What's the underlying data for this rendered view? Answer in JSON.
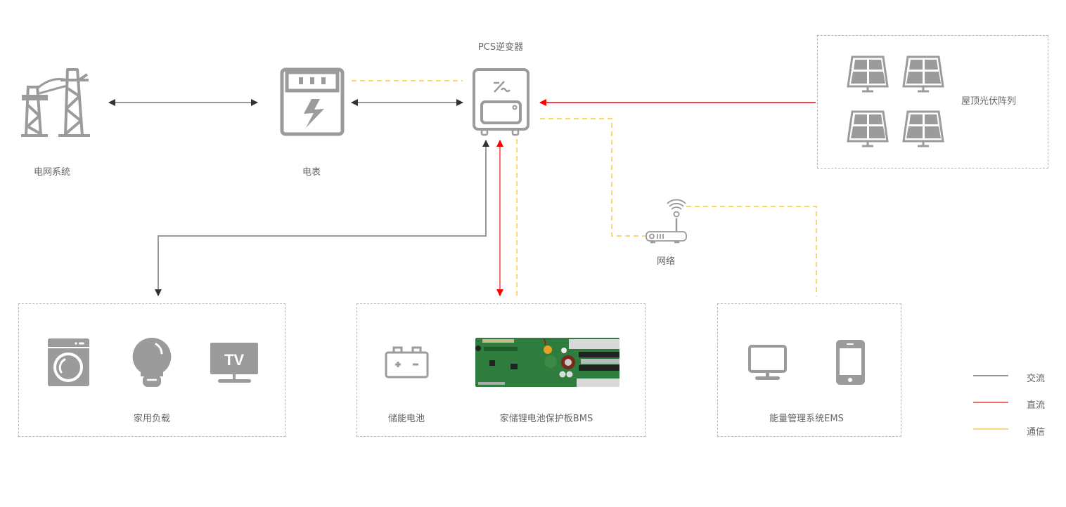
{
  "diagram": {
    "nodes": {
      "grid": {
        "label": "电网系统",
        "icon": "power-tower-icon"
      },
      "meter": {
        "label": "电表",
        "icon": "electric-meter-icon"
      },
      "pcs": {
        "label": "PCS逆变器",
        "icon": "inverter-icon"
      },
      "pv": {
        "label": "屋顶光伏阵列",
        "icon": "solar-panel-icon",
        "count": 4
      },
      "router": {
        "label": "网络",
        "icon": "wifi-router-icon"
      },
      "load": {
        "label": "家用负载",
        "icons": [
          "washing-machine-icon",
          "light-bulb-icon",
          "tv-icon"
        ],
        "tv_text": "TV"
      },
      "battery": {
        "label": "储能电池",
        "icon": "battery-icon"
      },
      "bms": {
        "label": "家储锂电池保护板BMS",
        "icon": "bms-board-image"
      },
      "ems": {
        "label": "能量管理系统EMS",
        "icons": [
          "monitor-icon",
          "smartphone-icon"
        ]
      }
    },
    "edges": [
      {
        "from": "grid",
        "to": "meter",
        "type": "ac",
        "direction": "both"
      },
      {
        "from": "meter",
        "to": "pcs",
        "type": "ac",
        "direction": "both"
      },
      {
        "from": "meter",
        "to": "pcs",
        "type": "comm",
        "direction": "none"
      },
      {
        "from": "pv",
        "to": "pcs",
        "type": "dc",
        "direction": "to"
      },
      {
        "from": "pcs",
        "to": "router",
        "type": "comm",
        "direction": "none"
      },
      {
        "from": "router",
        "to": "ems",
        "type": "comm",
        "direction": "none"
      },
      {
        "from": "pcs",
        "to": "load",
        "type": "ac",
        "direction": "both"
      },
      {
        "from": "pcs",
        "to": "battery",
        "type": "dc",
        "direction": "both"
      },
      {
        "from": "pcs",
        "to": "bms",
        "type": "comm",
        "direction": "none"
      }
    ],
    "legend": [
      {
        "key": "ac",
        "label": "交流",
        "color": "#999999"
      },
      {
        "key": "dc",
        "label": "直流",
        "color": "#f07070"
      },
      {
        "key": "comm",
        "label": "通信",
        "color": "#fcd87a"
      }
    ],
    "colors": {
      "icon": "#9b9b9b",
      "ac_line": "#999999",
      "ac_arrow": "#333333",
      "dc_line": "#ff7070",
      "dc_arrow": "#ff0000",
      "comm_line": "#fcd66e",
      "box_border": "#b5b5b5"
    }
  }
}
